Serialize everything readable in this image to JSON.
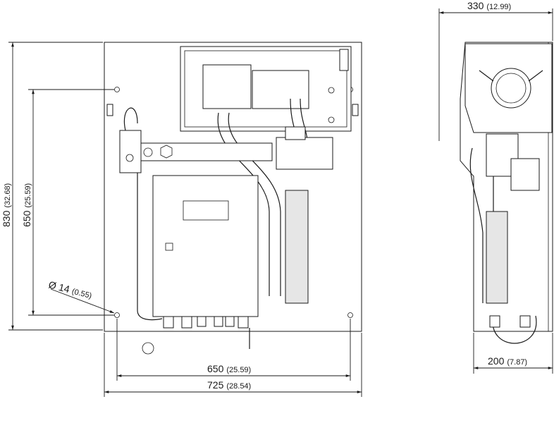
{
  "dimensions": {
    "side_depth": {
      "value": "330",
      "inch": "(12.99)"
    },
    "height_total": {
      "value": "830",
      "inch": "(32.68)"
    },
    "height_mount": {
      "value": "650",
      "inch": "(25.59)"
    },
    "hole_diameter": {
      "value": "Ø 14",
      "inch": "(0.55)"
    },
    "width_mount": {
      "value": "650",
      "inch": "(25.59)"
    },
    "width_total": {
      "value": "725",
      "inch": "(28.54)"
    },
    "side_bottom": {
      "value": "200",
      "inch": "(7.87)"
    }
  }
}
